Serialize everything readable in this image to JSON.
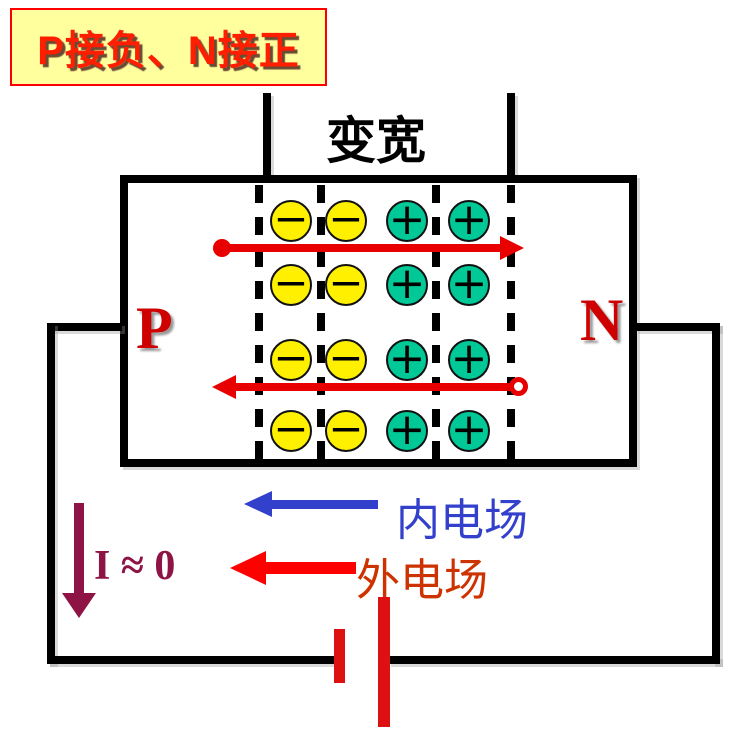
{
  "title": {
    "text": "P接负、N接正"
  },
  "diagram": {
    "depletion_label": "变宽",
    "p_region_label": "P",
    "n_region_label": "N",
    "negative_ion_sign": "−",
    "positive_ion_sign": "+",
    "negative_ion_count": 8,
    "positive_ion_count": 8
  },
  "annotations": {
    "internal_field_label": "内电场",
    "external_field_label": "外电场",
    "current_label": "I ≈ 0"
  },
  "colors": {
    "title_bg": "#FFFF9E",
    "title_text": "#FF1E00",
    "negative_ion_fill": "#FFF000",
    "positive_ion_fill": "#00C896",
    "internal_field_blue": "#3340CC",
    "external_field_red": "#FF0000",
    "external_field_text": "#CC3300",
    "current_maroon": "#8E1446",
    "drift_arrow_red": "#E80000",
    "battery_red": "#DD1111",
    "wire_black": "#000000"
  }
}
